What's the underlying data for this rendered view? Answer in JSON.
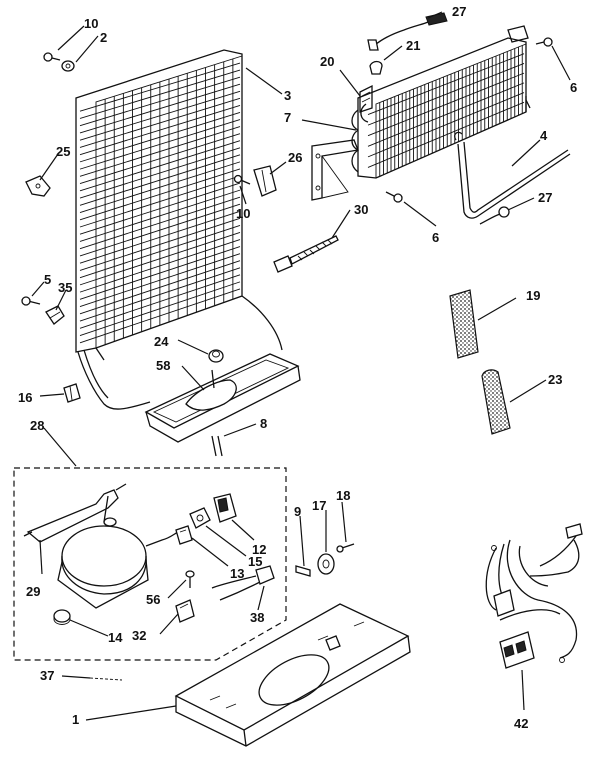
{
  "diagram": {
    "callouts": [
      {
        "id": "c10a",
        "text": "10"
      },
      {
        "id": "c2",
        "text": "2"
      },
      {
        "id": "c27a",
        "text": "27"
      },
      {
        "id": "c3",
        "text": "3"
      },
      {
        "id": "c20",
        "text": "20"
      },
      {
        "id": "c21",
        "text": "21"
      },
      {
        "id": "c6a",
        "text": "6"
      },
      {
        "id": "c7",
        "text": "7"
      },
      {
        "id": "c25",
        "text": "25"
      },
      {
        "id": "c26",
        "text": "26"
      },
      {
        "id": "c10b",
        "text": "10"
      },
      {
        "id": "c4",
        "text": "4"
      },
      {
        "id": "c27b",
        "text": "27"
      },
      {
        "id": "c6b",
        "text": "6"
      },
      {
        "id": "c30",
        "text": "30"
      },
      {
        "id": "c5",
        "text": "5"
      },
      {
        "id": "c35",
        "text": "35"
      },
      {
        "id": "c19",
        "text": "19"
      },
      {
        "id": "c24",
        "text": "24"
      },
      {
        "id": "c58",
        "text": "58"
      },
      {
        "id": "c16",
        "text": "16"
      },
      {
        "id": "c23",
        "text": "23"
      },
      {
        "id": "c8",
        "text": "8"
      },
      {
        "id": "c28",
        "text": "28"
      },
      {
        "id": "c9",
        "text": "9"
      },
      {
        "id": "c17",
        "text": "17"
      },
      {
        "id": "c18",
        "text": "18"
      },
      {
        "id": "c12",
        "text": "12"
      },
      {
        "id": "c15",
        "text": "15"
      },
      {
        "id": "c13",
        "text": "13"
      },
      {
        "id": "c29",
        "text": "29"
      },
      {
        "id": "c56",
        "text": "56"
      },
      {
        "id": "c38",
        "text": "38"
      },
      {
        "id": "c32",
        "text": "32"
      },
      {
        "id": "c14",
        "text": "14"
      },
      {
        "id": "c37",
        "text": "37"
      },
      {
        "id": "c1",
        "text": "1"
      },
      {
        "id": "c42",
        "text": "42"
      }
    ]
  }
}
